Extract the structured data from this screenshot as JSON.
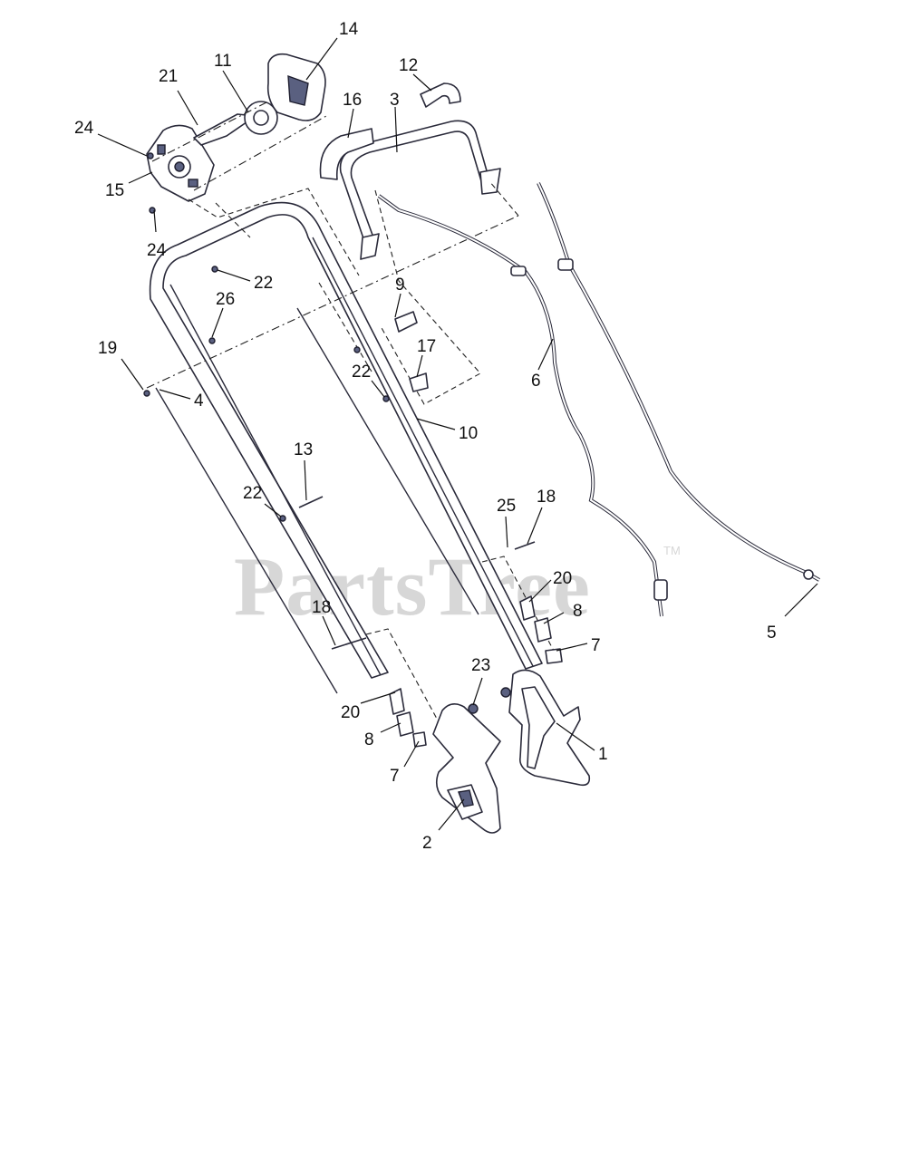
{
  "watermark": {
    "text": "PartsTree",
    "trademark": "TM",
    "color": "#d7d7d7"
  },
  "colors": {
    "line": "#2a2a3a",
    "part_shade": "#5a6080",
    "label": "#111111"
  },
  "callouts": [
    "14",
    "11",
    "21",
    "24",
    "15",
    "24",
    "12",
    "16",
    "3",
    "22",
    "26",
    "9",
    "19",
    "17",
    "22",
    "4",
    "10",
    "6",
    "13",
    "22",
    "25",
    "18",
    "20",
    "8",
    "7",
    "5",
    "18",
    "23",
    "1",
    "20",
    "8",
    "7",
    "2"
  ]
}
